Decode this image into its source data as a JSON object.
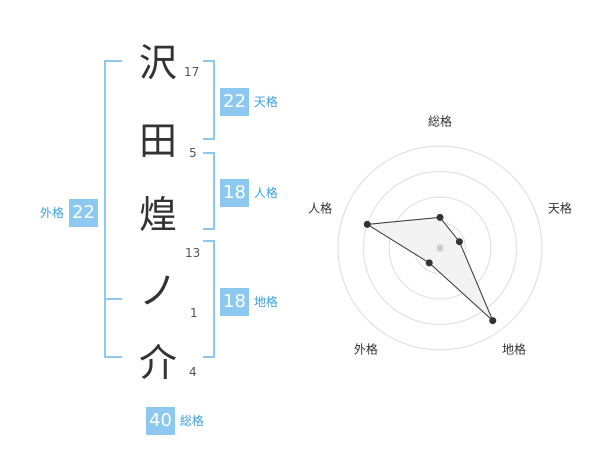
{
  "name": {
    "characters": [
      {
        "char": "沢",
        "strokes": "17"
      },
      {
        "char": "田",
        "strokes": "5"
      },
      {
        "char": "煌",
        "strokes": "13"
      },
      {
        "char": "ノ",
        "strokes": "1"
      },
      {
        "char": "介",
        "strokes": "4"
      }
    ]
  },
  "fortunes": {
    "tenkaku": {
      "label": "天格",
      "value": "22"
    },
    "jinkaku": {
      "label": "人格",
      "value": "18"
    },
    "chikaku": {
      "label": "地格",
      "value": "18"
    },
    "gaikaku": {
      "label": "外格",
      "value": "22"
    },
    "soukaku": {
      "label": "総格",
      "value": "40"
    }
  },
  "radar": {
    "axes": [
      "総格",
      "天格",
      "地格",
      "外格",
      "人格"
    ],
    "values": [
      0.3,
      0.2,
      0.88,
      0.18,
      0.75
    ],
    "colors": {
      "grid": "#dddddd",
      "fill": "#f2f2f2",
      "line": "#333333",
      "point": "#333333",
      "center": "#cccccc"
    }
  },
  "colors": {
    "accent": "#8cc8f0",
    "accent_text": "#3aa0e0"
  }
}
